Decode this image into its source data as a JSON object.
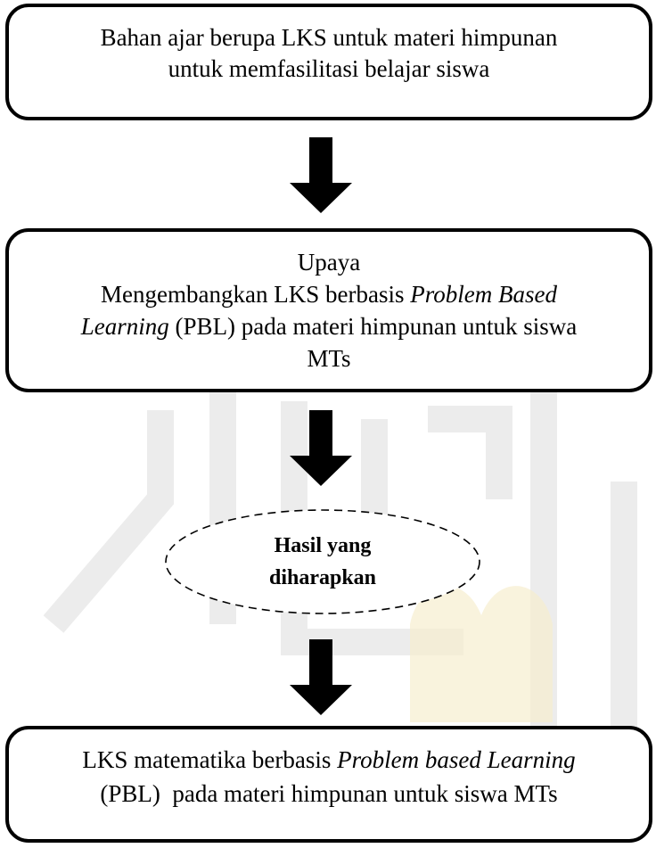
{
  "flow": {
    "box1": {
      "line1": "Bahan ajar berupa LKS untuk materi himpunan",
      "line2": "untuk memfasilitasi belajar siswa"
    },
    "box2": {
      "line1": "Upaya",
      "line2": "Mengembangkan LKS berbasis ",
      "line2_italic": "Problem Based",
      "line3_italic": "Learning",
      "line3": " (PBL) pada materi himpunan untuk siswa",
      "line4": "MTs"
    },
    "ellipse": {
      "line1": "Hasil yang",
      "line2": "diharapkan"
    },
    "box3": {
      "line1": "LKS matematika berbasis ",
      "line1_italic": "Problem based Learning",
      "line2": "(PBL)  pada materi himpunan untuk siswa MTs"
    }
  },
  "colors": {
    "stroke": "#000000",
    "watermark": "#e9e9e9",
    "watermark_gold": "#f6edc9"
  }
}
